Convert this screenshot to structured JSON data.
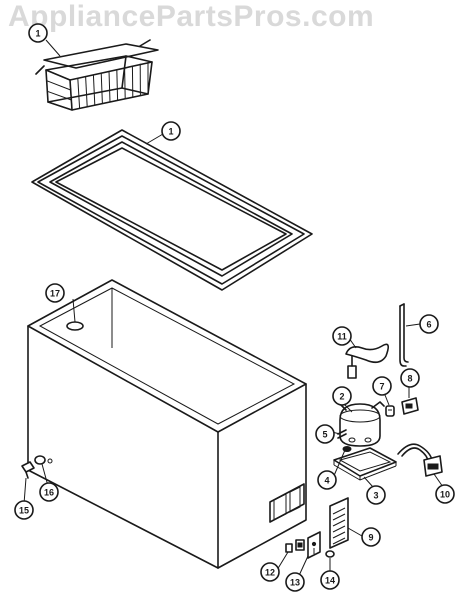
{
  "watermark": "AppliancePartsPros.com",
  "callouts": [
    {
      "id": "basket",
      "label": "1"
    },
    {
      "id": "gasket",
      "label": "1"
    },
    {
      "id": "compressor",
      "label": "2"
    },
    {
      "id": "base-plate",
      "label": "3"
    },
    {
      "id": "grommet",
      "label": "4"
    },
    {
      "id": "clip",
      "label": "5"
    },
    {
      "id": "capillary",
      "label": "6"
    },
    {
      "id": "overload",
      "label": "7"
    },
    {
      "id": "relay",
      "label": "8"
    },
    {
      "id": "grille",
      "label": "9"
    },
    {
      "id": "cord",
      "label": "10"
    },
    {
      "id": "harness",
      "label": "11"
    },
    {
      "id": "switch",
      "label": "12"
    },
    {
      "id": "thermostat",
      "label": "13"
    },
    {
      "id": "knob",
      "label": "14"
    },
    {
      "id": "drain-plug",
      "label": "15"
    },
    {
      "id": "drain-cap",
      "label": "16"
    },
    {
      "id": "plug-button",
      "label": "17"
    }
  ]
}
